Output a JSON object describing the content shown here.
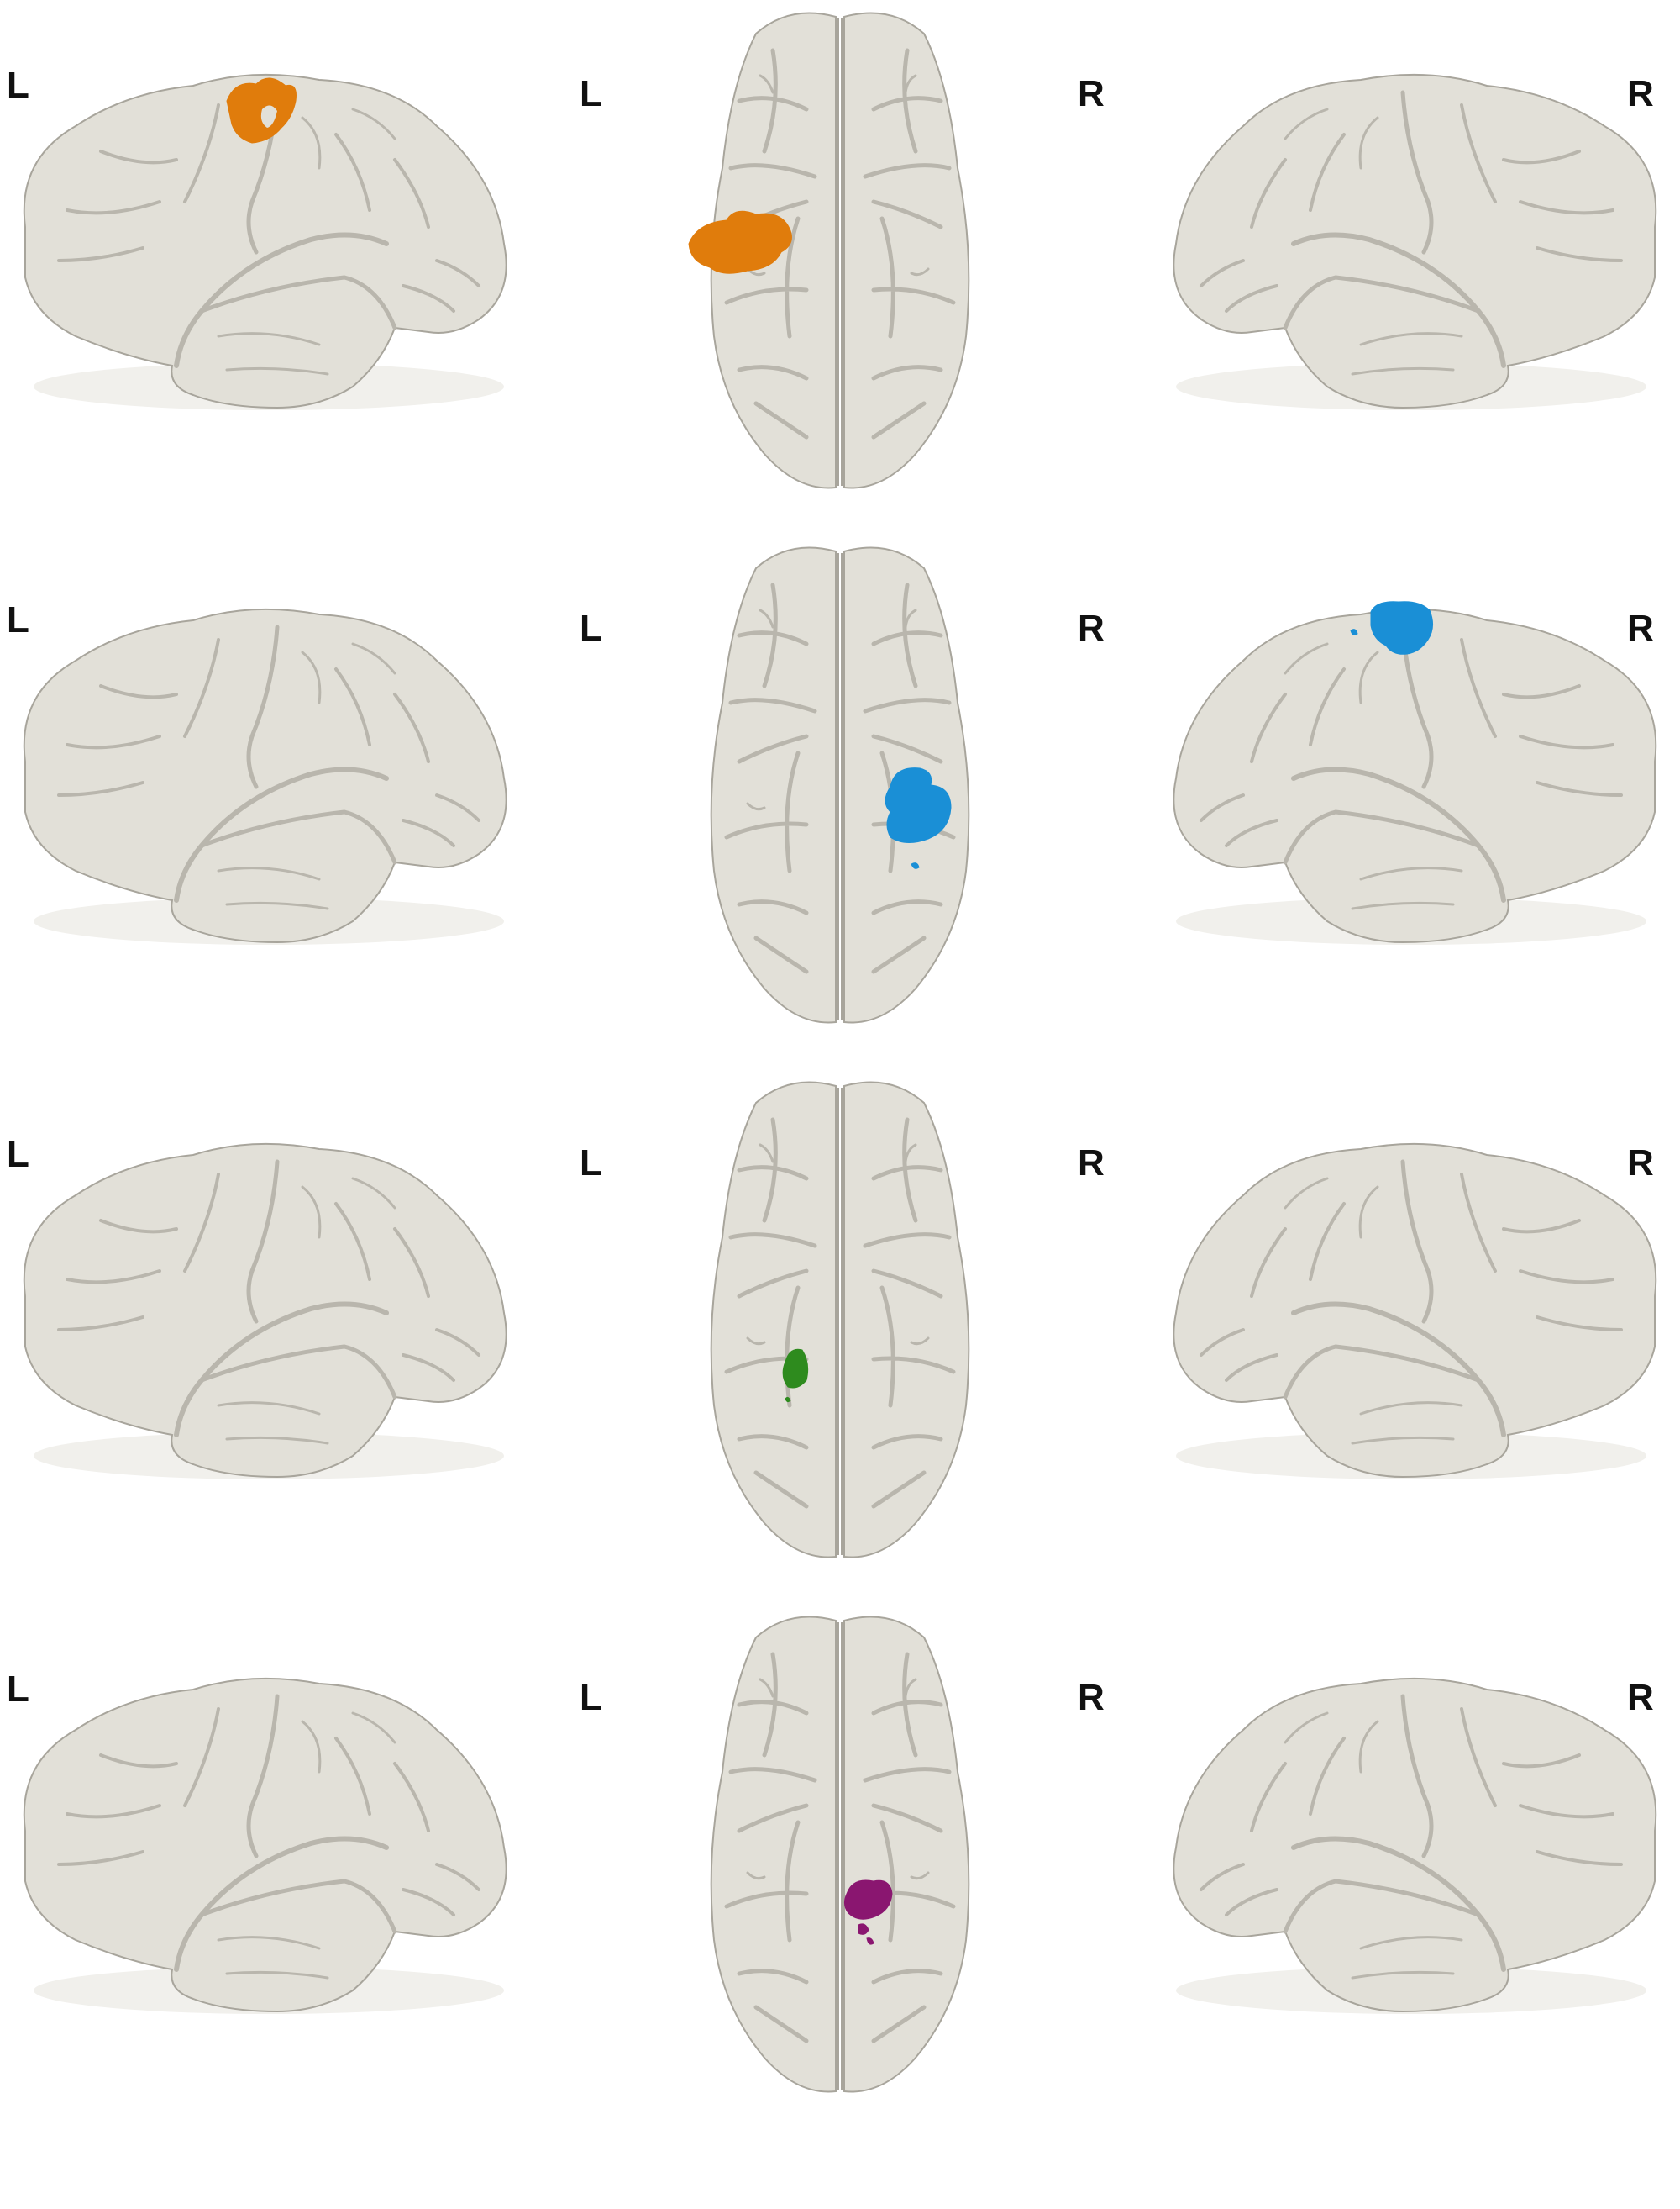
{
  "labels": {
    "left": "L",
    "right": "R"
  },
  "colors": {
    "background": "#ffffff",
    "brain_surface": "#e2e0d8",
    "brain_shadow": "#a8a59c",
    "sulcus": "#b9b6ad",
    "label_text": "#111111"
  },
  "rows": [
    {
      "row": 1,
      "cluster_color": "#e07c0c",
      "cluster_color_name": "orange",
      "cluster_views": [
        "left-lateral",
        "dorsal-left"
      ]
    },
    {
      "row": 2,
      "cluster_color": "#1a8fd6",
      "cluster_color_name": "blue",
      "cluster_views": [
        "right-lateral",
        "dorsal-right"
      ]
    },
    {
      "row": 3,
      "cluster_color": "#2e8b1e",
      "cluster_color_name": "green",
      "cluster_views": [
        "dorsal-left"
      ]
    },
    {
      "row": 4,
      "cluster_color": "#8a1670",
      "cluster_color_name": "purple",
      "cluster_views": [
        "dorsal-right"
      ]
    }
  ]
}
